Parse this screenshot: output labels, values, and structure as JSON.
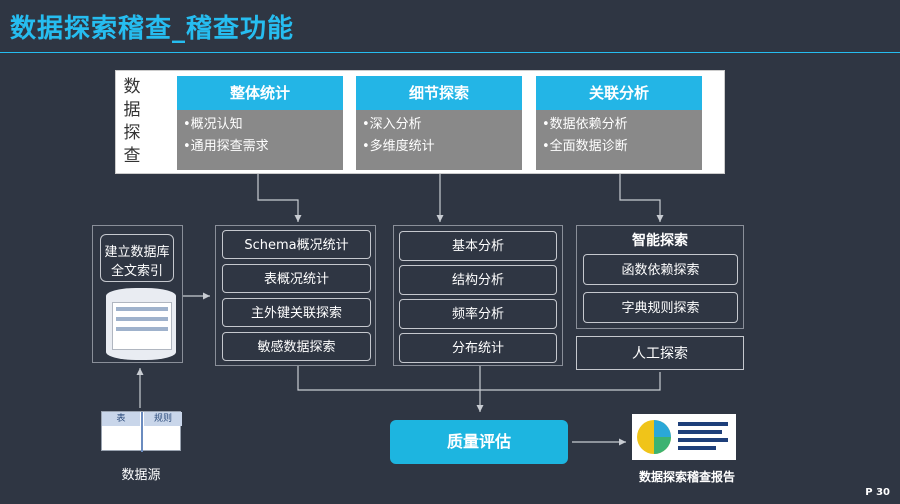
{
  "title": "数据探索稽查_稽查功能",
  "top_label": [
    "数",
    "据",
    "探",
    "查"
  ],
  "categories": [
    {
      "head": "整体统计",
      "items": [
        "•概况认知",
        "•通用探查需求"
      ]
    },
    {
      "head": "细节探索",
      "items": [
        "•深入分析",
        "•多维度统计"
      ]
    },
    {
      "head": "关联分析",
      "items": [
        "•数据依赖分析",
        "•全面数据诊断"
      ]
    }
  ],
  "index_box": {
    "line1": "建立数据库",
    "line2": "全文索引"
  },
  "col1": [
    "Schema概况统计",
    "表概况统计",
    "主外键关联探索",
    "敏感数据探索"
  ],
  "col2": [
    "基本分析",
    "结构分析",
    "频率分析",
    "分布统计"
  ],
  "col3": {
    "title": "智能探索",
    "items": [
      "函数依赖探索",
      "字典规则探索"
    ],
    "manual": "人工探索"
  },
  "source": {
    "cell1": "表",
    "cell2": "规则",
    "label": "数据源"
  },
  "quality": "质量评估",
  "report": "数据探索稽查报告",
  "page": "P 30",
  "colors": {
    "accent": "#26bdf0",
    "background": "#2f3643",
    "head": "#23b5e6",
    "body": "#898989"
  }
}
